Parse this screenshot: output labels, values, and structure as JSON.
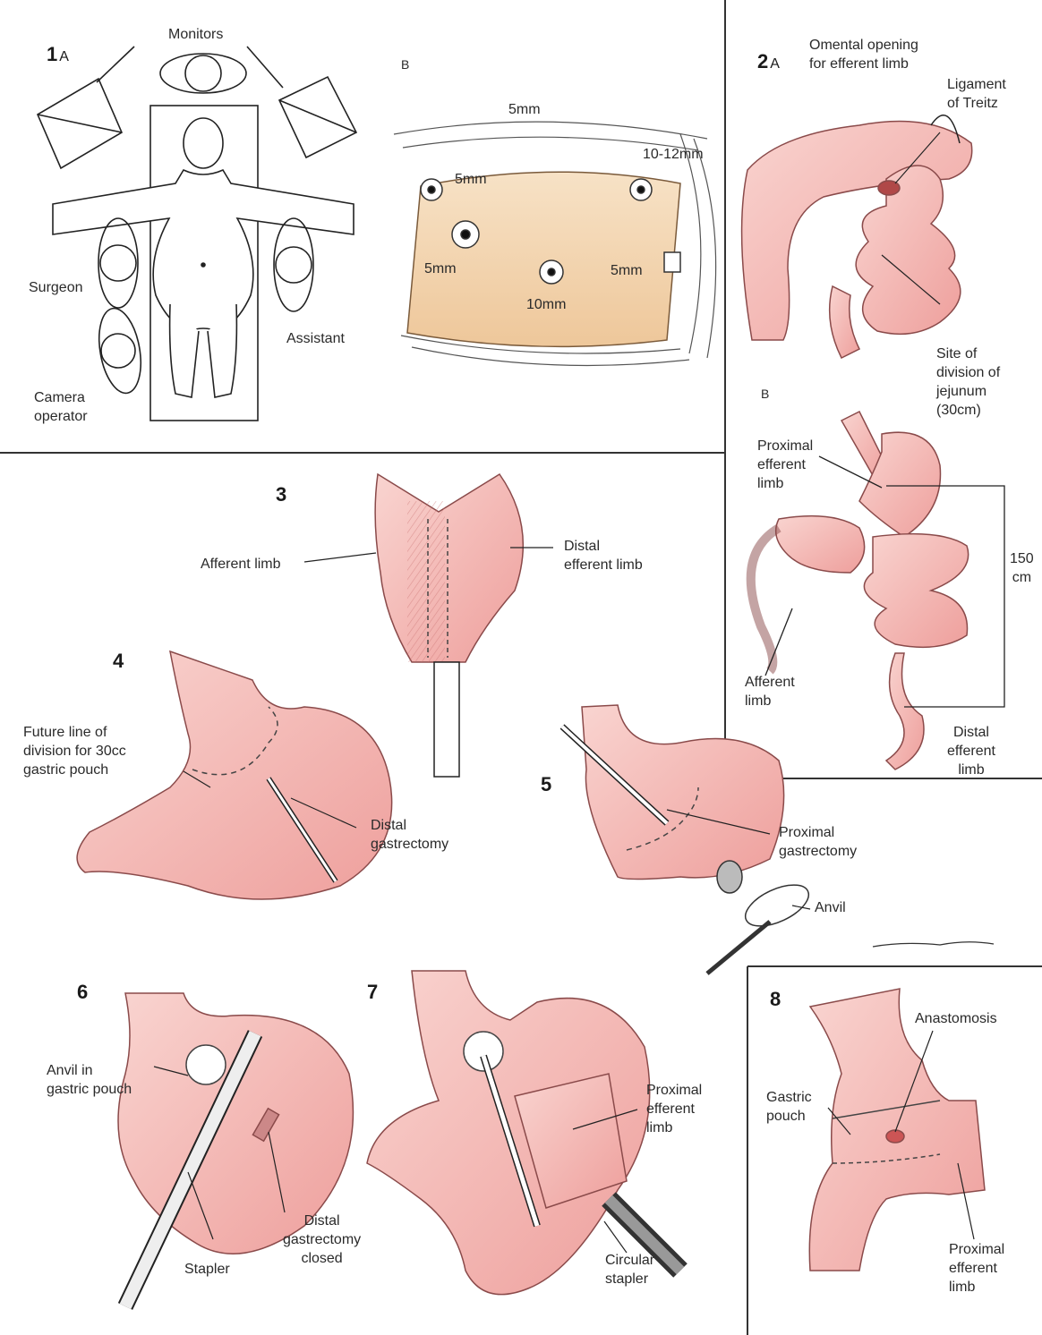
{
  "colors": {
    "tissue_fill": "#f6c6c3",
    "tissue_dark": "#e89a99",
    "tissue_stroke": "#8a4a4a",
    "abdomen_fill": "#f5dcbc",
    "line": "#222222",
    "frame": "#333333"
  },
  "figures": {
    "f1": {
      "number": "1",
      "sub": "A",
      "monitors": "Monitors",
      "surgeon": "Surgeon",
      "assistant": "Assistant",
      "camera": "Camera\noperator",
      "b": {
        "letter": "B",
        "port_top": "5mm",
        "port_right_top": "10-12mm",
        "port_left_upper": "5mm",
        "port_left_lower": "5mm",
        "port_right": "5mm",
        "port_center": "10mm"
      }
    },
    "f2": {
      "number": "2",
      "sub": "A",
      "omental": "Omental opening\nfor efferent limb",
      "ligament": "Ligament\nof Treitz",
      "site": "Site of\ndivision of\njejunum\n(30cm)",
      "b": {
        "letter": "B",
        "proximal": "Proximal\nefferent\nlimb",
        "length": "150\ncm",
        "afferent": "Afferent\nlimb",
        "distal": "Distal\nefferent\nlimb"
      }
    },
    "f3": {
      "number": "3",
      "afferent": "Afferent limb",
      "distal": "Distal\nefferent limb"
    },
    "f4": {
      "number": "4",
      "future": "Future line of\ndivision for 30cc\ngastric pouch",
      "distal": "Distal\ngastrectomy"
    },
    "f5": {
      "number": "5",
      "proximal": "Proximal\ngastrectomy",
      "anvil": "Anvil"
    },
    "f6": {
      "number": "6",
      "anvil_pouch": "Anvil in\ngastric pouch",
      "stapler": "Stapler",
      "closed": "Distal\ngastrectomy\nclosed"
    },
    "f7": {
      "number": "7",
      "proximal": "Proximal\nefferent\nlimb",
      "circular": "Circular\nstapler"
    },
    "f8": {
      "number": "8",
      "anastomosis": "Anastomosis",
      "pouch": "Gastric\npouch",
      "proximal": "Proximal\nefferent\nlimb"
    }
  }
}
